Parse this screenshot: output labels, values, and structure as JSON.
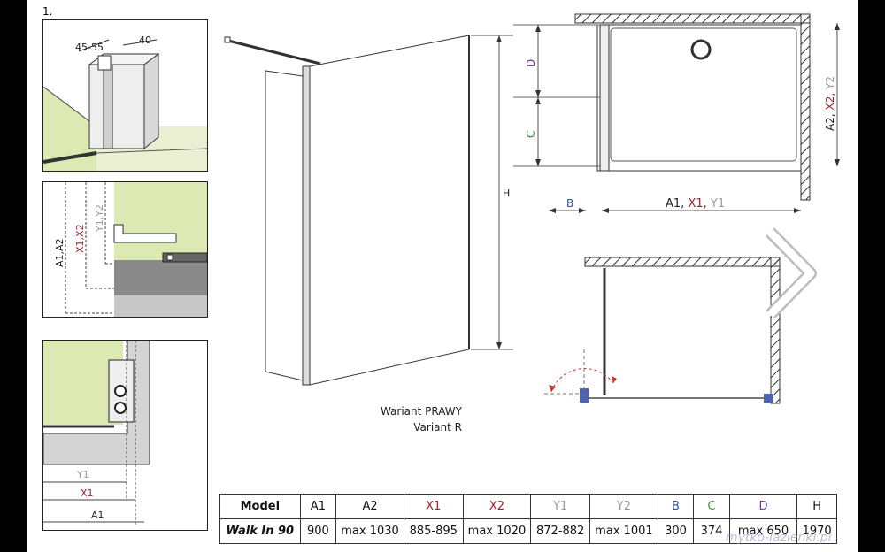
{
  "figure_label": "1.",
  "detail1": {
    "dim_a": "45-55",
    "dim_b": "40"
  },
  "detail2": {
    "label_a": "A1,A2",
    "label_x": "X1,X2",
    "label_y": "Y1,Y2"
  },
  "detail3": {
    "label_y1": "Y1",
    "label_x1": "X1",
    "label_a1": "A1"
  },
  "main_view": {
    "height_label": "H"
  },
  "caption": {
    "line1": "Wariant PRAWY",
    "line2": "Variant R"
  },
  "plan_view": {
    "dim_d": "D",
    "dim_c": "C",
    "dim_b": "B",
    "dim_a1": "A1,",
    "dim_x1": "X1,",
    "dim_y1": "Y1",
    "dim_a2": "A2,",
    "dim_x2": "X2,",
    "dim_y2": "Y2"
  },
  "colors": {
    "x_red": "#a31f2b",
    "y_gray": "#9a9a9a",
    "b_blue": "#2c4f9e",
    "c_green": "#3f8f3f",
    "d_purple": "#6f3a94",
    "wall_green": "#dde9b3"
  },
  "table": {
    "headers": [
      "Model",
      "A1",
      "A2",
      "X1",
      "X2",
      "Y1",
      "Y2",
      "B",
      "C",
      "D",
      "H"
    ],
    "row": [
      "Walk In 90",
      "900",
      "max 1030",
      "885-895",
      "max 1020",
      "872-882",
      "max 1001",
      "300",
      "374",
      "max 650",
      "1970"
    ]
  },
  "watermark": "mytko-lazienki.pl",
  "next_icon": "chevron-right-icon"
}
